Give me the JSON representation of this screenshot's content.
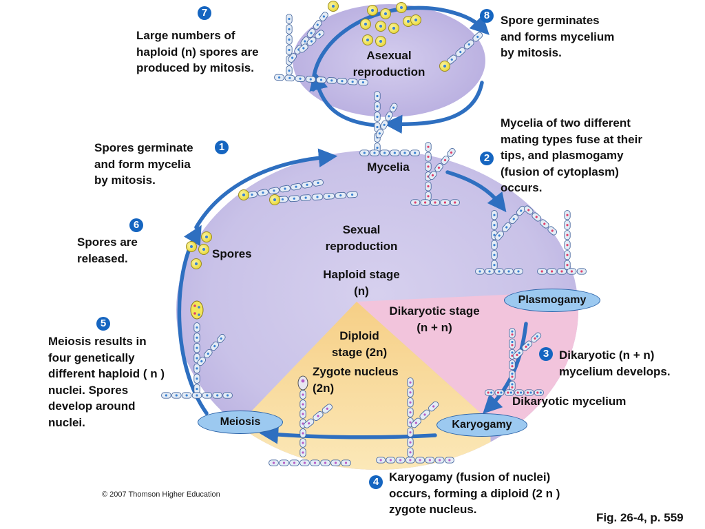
{
  "palette": {
    "lavender": "#c6bfe6",
    "sexual_fill": "#cfc8ea",
    "pink": "#f2c4dc",
    "yellow": "#f8dc98",
    "arrow_blue": "#2e6fc0",
    "badge_blue": "#1565c0",
    "pill_fill": "#9cc9f0",
    "hypha_fill": "#e4ecf6",
    "hypha_stroke": "#4a6aa0",
    "spore_fill": "#f3e75a",
    "nucleus_red": "#e0406a",
    "nucleus_blue": "#3a82d2"
  },
  "regions": {
    "asexual": "Asexual\nreproduction",
    "mycelia": "Mycelia",
    "sexual": "Sexual\nreproduction",
    "haploid": "Haploid stage\n(n)",
    "dikaryotic": "Dikaryotic stage\n(n + n)",
    "diploid": "Diploid\nstage (2n)",
    "zygote": "Zygote nucleus\n(2n)",
    "spores": "Spores",
    "dikaryotic_mycelium": "Dikaryotic mycelium"
  },
  "process_labels": {
    "plasmogamy": "Plasmogamy",
    "karyogamy": "Karyogamy",
    "meiosis": "Meiosis"
  },
  "steps": [
    {
      "number": "1",
      "text": "Spores germinate\nand form mycelia\nby mitosis."
    },
    {
      "number": "2",
      "text": "Mycelia of two different\nmating types fuse at their\ntips, and plasmogamy\n(fusion of cytoplasm)\noccurs."
    },
    {
      "number": "3",
      "text": "Dikaryotic (n + n)\nmycelium develops."
    },
    {
      "number": "4",
      "text": "Karyogamy (fusion of nuclei)\noccurs, forming a diploid (2 n )\nzygote nucleus."
    },
    {
      "number": "5",
      "text": "Meiosis results in\nfour genetically\ndifferent haploid ( n )\nnuclei. Spores\ndevelop around\nnuclei."
    },
    {
      "number": "6",
      "text": "Spores are\nreleased."
    },
    {
      "number": "7",
      "text": "Large numbers of\nhaploid (n) spores are\nproduced by mitosis."
    },
    {
      "number": "8",
      "text": "Spore germinates\nand forms mycelium\nby mitosis."
    }
  ],
  "footer": {
    "copyright": "© 2007 Thomson Higher Education",
    "figure": "Fig. 26-4, p. 559"
  }
}
